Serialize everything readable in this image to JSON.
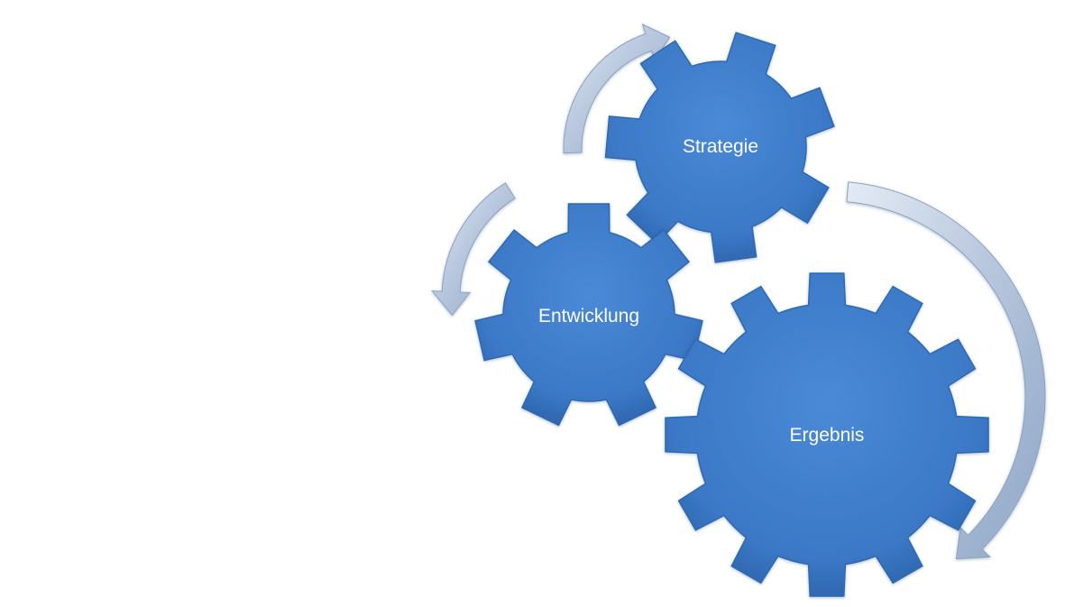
{
  "diagram": {
    "type": "gear-cycle",
    "gear_color": "#3f7fd0",
    "gear_edge_color": "#2a5f9e",
    "arrow_color": "#b3c4dc",
    "gears": [
      {
        "id": "strategie",
        "label": "Strategie"
      },
      {
        "id": "entwicklung",
        "label": "Entwicklung"
      },
      {
        "id": "ergebnis",
        "label": "Ergebnis"
      }
    ],
    "arrows": [
      {
        "id": "arrow-strategie",
        "direction": "clockwise",
        "icon": "curved-arrow"
      },
      {
        "id": "arrow-entwicklung",
        "direction": "counterclockwise",
        "icon": "curved-arrow"
      },
      {
        "id": "arrow-ergebnis",
        "direction": "clockwise",
        "icon": "curved-arrow"
      }
    ]
  }
}
